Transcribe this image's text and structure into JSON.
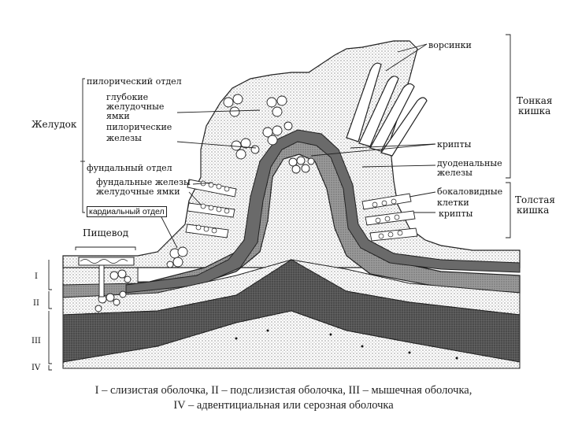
{
  "labels": {
    "villi": "ворсинки",
    "pyloric_section": "пилорический отдел",
    "deep_pits_1": "глубокие",
    "deep_pits_2": "желудочные",
    "deep_pits_3": "ямки",
    "pyloric_glands_1": "пилорические",
    "pyloric_glands_2": "железы",
    "stomach": "Желудок",
    "fundic_section": "фундальный отдел",
    "fundic_glands": "фундальные железы",
    "gastric_pits": "желудочные ямки",
    "cardiac_section": "кардиальный отдел",
    "esophagus": "Пищевод",
    "crypts_small": "крипты",
    "duodenal_glands_1": "дуоденальные",
    "duodenal_glands_2": "железы",
    "small_intestine_1": "Тонкая",
    "small_intestine_2": "кишка",
    "goblet_cells_1": "бокаловидные",
    "goblet_cells_2": "клетки",
    "crypts_large": "крипты",
    "large_intestine_1": "Толстая",
    "large_intestine_2": "кишка"
  },
  "layers": {
    "l1": "I",
    "l2": "II",
    "l3": "III",
    "l4": "IV"
  },
  "caption": {
    "line1": "I – слизистая оболочка, II – подслизистая оболочка, III – мышечная оболочка,",
    "line2": "IV – адвентициальная или серозная оболочка"
  }
}
